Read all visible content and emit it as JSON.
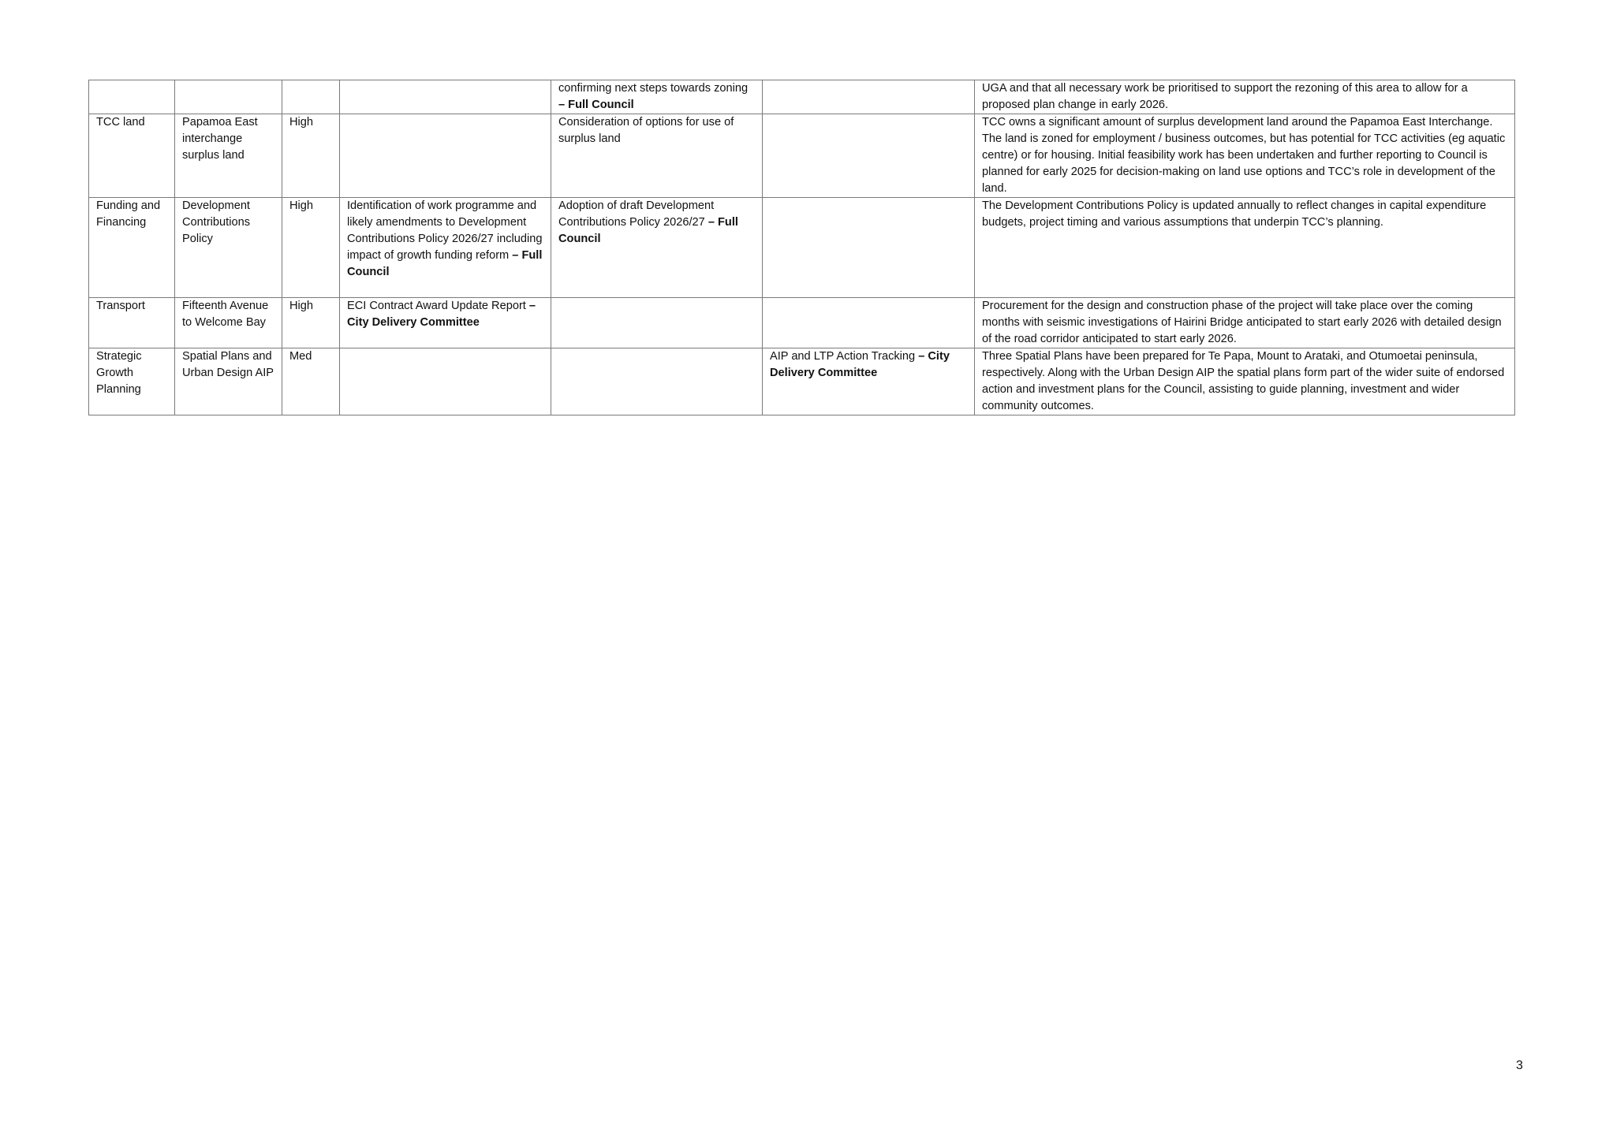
{
  "rows": [
    {
      "area": "",
      "item": "",
      "priority": "",
      "col4": {
        "text": "",
        "bold": ""
      },
      "col5": {
        "text": "confirming next steps towards zoning ",
        "bold": "– Full Council"
      },
      "col6": {
        "text": "",
        "bold": ""
      },
      "comments": "UGA and that all necessary work be prioritised to support the rezoning of this area to allow for a proposed plan change in early 2026."
    },
    {
      "area": "TCC land",
      "item": "Papamoa East interchange surplus land",
      "priority": "High",
      "col4": {
        "text": "",
        "bold": ""
      },
      "col5": {
        "text": "Consideration of options for use of surplus land",
        "bold": ""
      },
      "col6": {
        "text": "",
        "bold": ""
      },
      "comments": "TCC owns a significant amount of surplus development land around the Papamoa East Interchange. The land is zoned for employment / business outcomes, but has potential for TCC activities (eg aquatic centre) or for housing. Initial feasibility work has been undertaken and further reporting to Council is planned for early 2025 for decision-making on land use options and TCC’s role in development of the land."
    },
    {
      "area": "Funding and Financing",
      "item": "Development Contributions Policy",
      "priority": "High",
      "col4": {
        "text": "Identification of work programme and likely amendments to Development Contributions Policy 2026/27 including impact of growth funding reform ",
        "bold": "– Full Council"
      },
      "col5": {
        "text": "Adoption of draft Development Contributions Policy 2026/27 ",
        "bold": "– Full Council"
      },
      "col6": {
        "text": "",
        "bold": ""
      },
      "comments": "The Development Contributions Policy is updated annually to reflect changes in capital expenditure budgets, project timing and various assumptions that underpin TCC’s planning."
    },
    {
      "area": "Transport",
      "item": "Fifteenth Avenue to Welcome Bay",
      "priority": "High",
      "col4": {
        "text": "ECI Contract Award Update Report ",
        "bold": "– City Delivery Committee"
      },
      "col5": {
        "text": "",
        "bold": ""
      },
      "col6": {
        "text": "",
        "bold": ""
      },
      "comments": "Procurement for the design and construction phase of the project will take place over the coming months with seismic investigations of Hairini Bridge anticipated to start early 2026 with detailed design of the road corridor anticipated to start early 2026."
    },
    {
      "area": "Strategic Growth Planning",
      "item": "Spatial Plans and Urban Design AIP",
      "priority": "Med",
      "col4": {
        "text": "",
        "bold": ""
      },
      "col5": {
        "text": "",
        "bold": ""
      },
      "col6": {
        "text": "AIP and LTP Action Tracking ",
        "bold": "– City Delivery Committee"
      },
      "comments": "Three Spatial Plans have been prepared for Te Papa, Mount to Arataki, and Otumoetai peninsula, respectively. Along with the Urban Design AIP the spatial plans form part of the wider suite of endorsed action and investment plans for the Council, assisting to guide planning, investment and wider community outcomes."
    }
  ],
  "page_number": "3"
}
